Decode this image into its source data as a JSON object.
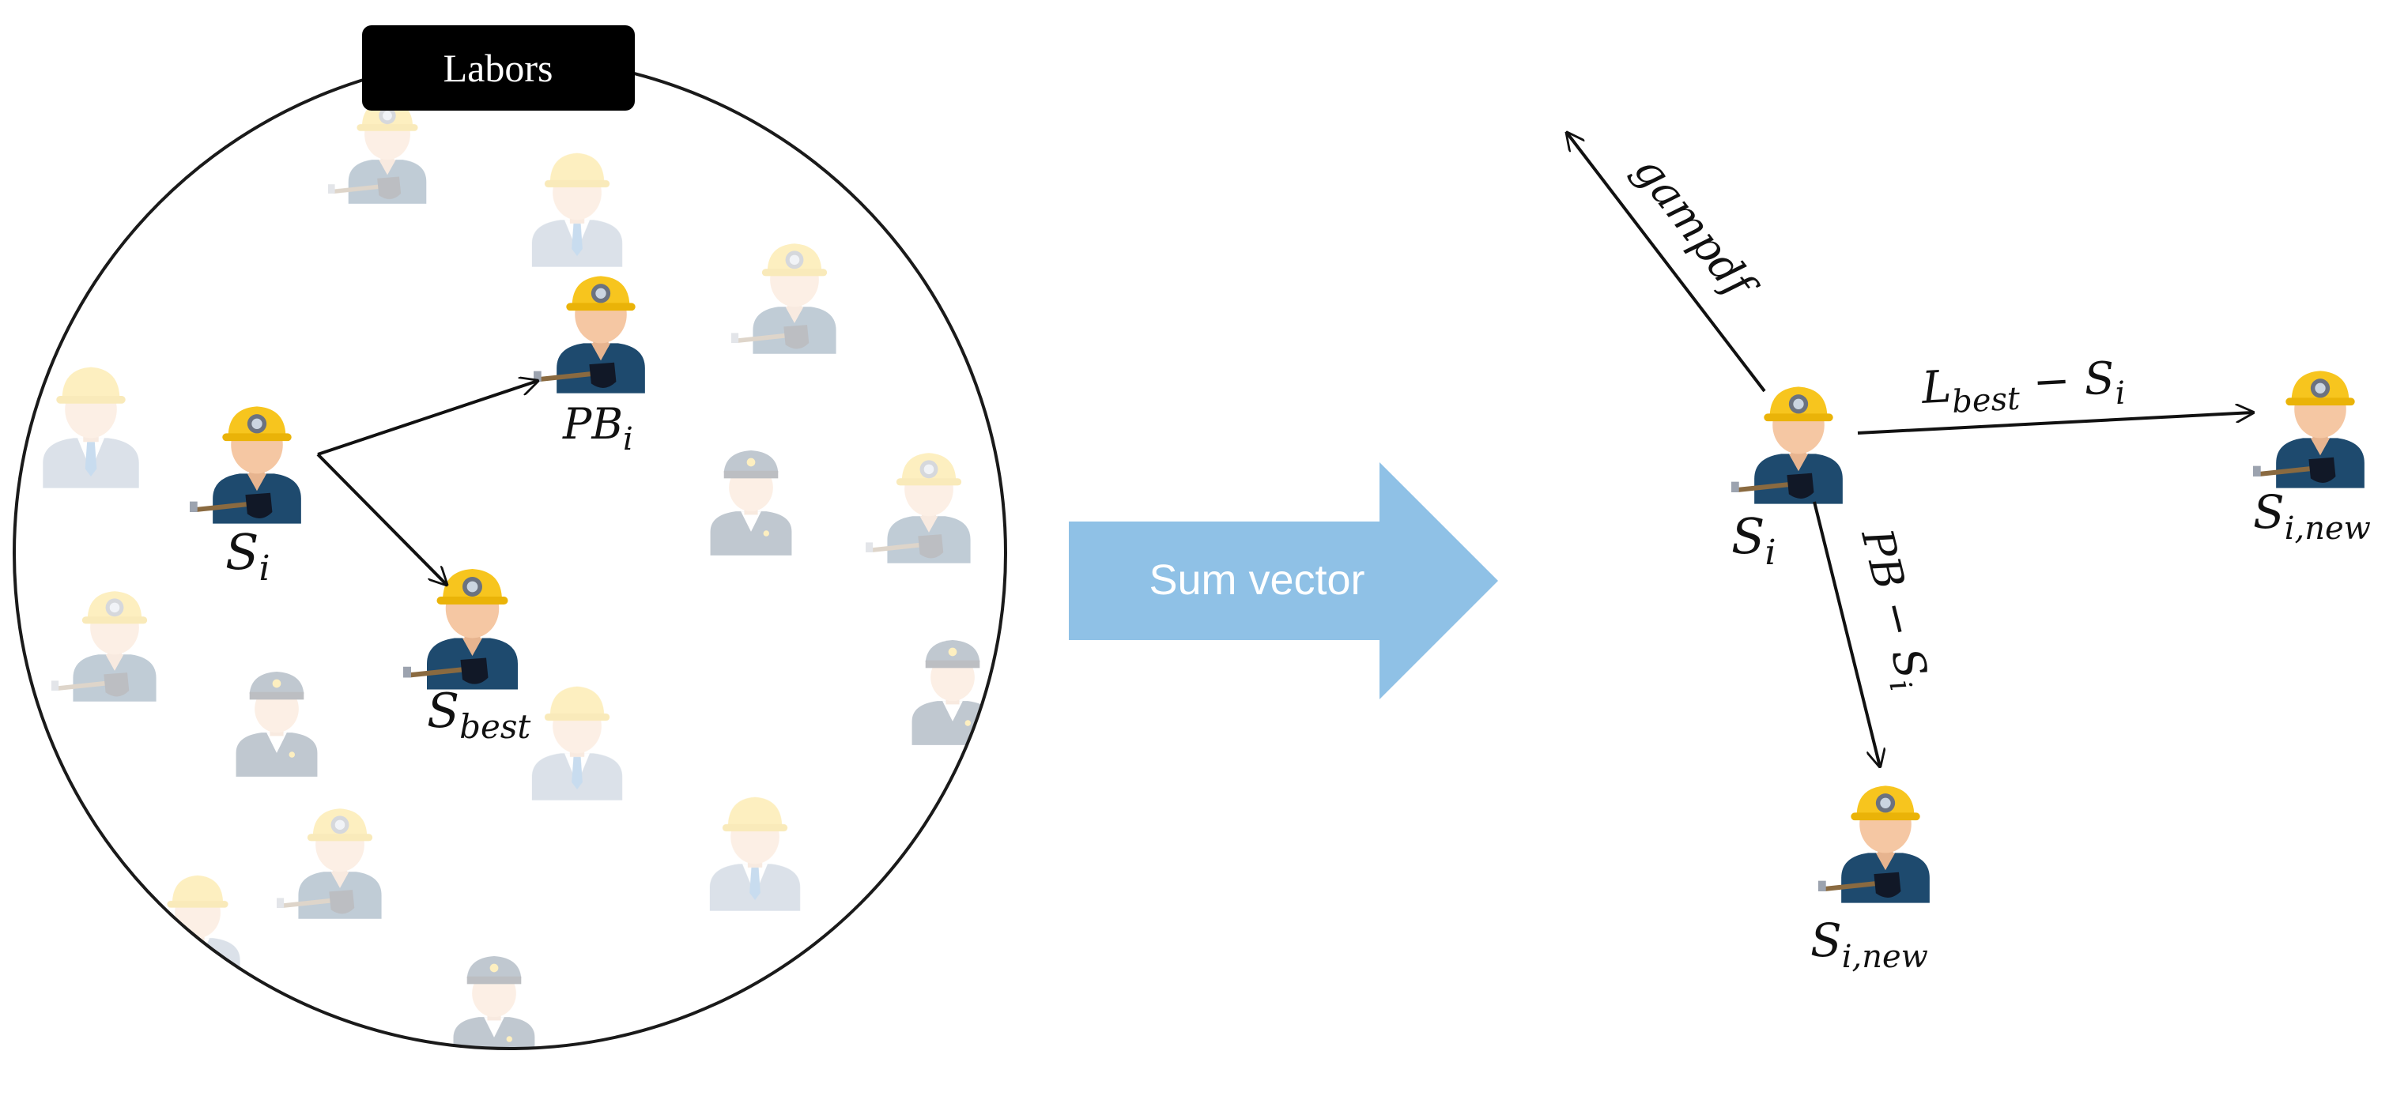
{
  "header": {
    "labors_tag": "Labors"
  },
  "left_panel": {
    "si_main": "S",
    "si_sub": "i",
    "pb_main": "PB",
    "pb_sub": "i",
    "sbest_main": "S",
    "sbest_sub": "best"
  },
  "center_arrow": {
    "label": "Sum vector"
  },
  "right_panel": {
    "gampdf": "gampdf",
    "lbest_main": "L",
    "lbest_sub": "best",
    "lbest_rest": " − S",
    "lbest_rest_sub": "i",
    "pb_minus": "PB − S",
    "pb_minus_sub": "i",
    "si_main": "S",
    "si_sub": "i",
    "sinew_right_main": "S",
    "sinew_right_sub": "i,new",
    "sinew_bottom_main": "S",
    "sinew_bottom_sub": "i,new"
  },
  "colors": {
    "helmet": "#f7c51e",
    "skin": "#f5c7a3",
    "uniform": "#1e4a6e",
    "arrow_fill": "#8fc1e6",
    "tag_bg": "#000000",
    "circle": "#1a1a1a"
  },
  "icons": [
    "labor-miner-icon",
    "officer-icon",
    "engineer-icon"
  ]
}
